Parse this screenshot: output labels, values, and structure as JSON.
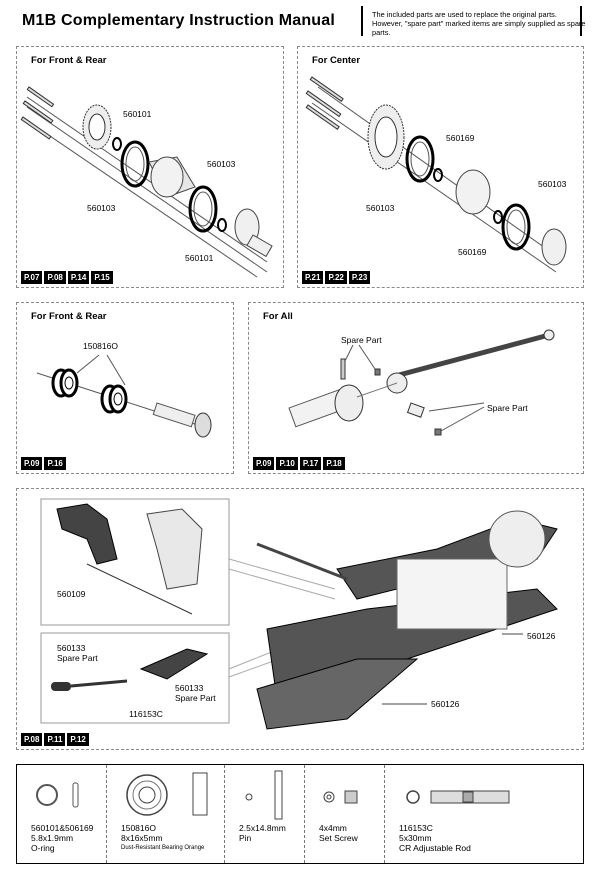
{
  "header": {
    "title": "M1B Complementary Instruction Manual",
    "note": "The included parts are used to replace the original parts.  However, \"spare part\" marked items are simply supplied as spare parts."
  },
  "panels": {
    "front_rear_diff": {
      "title": "For Front & Rear",
      "labels": [
        "560101",
        "560103",
        "560103",
        "560101"
      ],
      "pages": [
        "P.07",
        "P.08",
        "P.14",
        "P.15"
      ]
    },
    "center_diff": {
      "title": "For Center",
      "labels": [
        "560169",
        "560103",
        "560103",
        "560169"
      ],
      "pages": [
        "P.21",
        "P.22",
        "P.23"
      ]
    },
    "front_rear_bearing": {
      "title": "For Front & Rear",
      "labels": [
        "150816O"
      ],
      "pages": [
        "P.09",
        "P.16"
      ]
    },
    "all_driveshaft": {
      "title": "For All",
      "labels": [
        "Spare Part",
        "Spare Part"
      ],
      "pages": [
        "P.09",
        "P.10",
        "P.17",
        "P.18"
      ]
    },
    "suspension": {
      "labels": {
        "upright_part": "560109",
        "rod_end": "560133",
        "rod_end_spare": "Spare Part",
        "arm_part": "560133",
        "arm_spare": "Spare Part",
        "turnbuckle": "116153C",
        "chassis_upper": "560126",
        "chassis_lower": "560126"
      },
      "pages": [
        "P.08",
        "P.11",
        "P.12"
      ]
    }
  },
  "parts_legend": [
    {
      "code": "560101&506169",
      "size": "5.8x1.9mm",
      "name": "O-ring"
    },
    {
      "code": "150816O",
      "size": "8x16x5mm",
      "name": "Dust-Resistant Bearing Orange"
    },
    {
      "code": "",
      "size": "2.5x14.8mm",
      "name": "Pin"
    },
    {
      "code": "",
      "size": "4x4mm",
      "name": "Set Screw"
    },
    {
      "code": "116153C",
      "size": "5x30mm",
      "name": "CR Adjustable Rod"
    }
  ]
}
